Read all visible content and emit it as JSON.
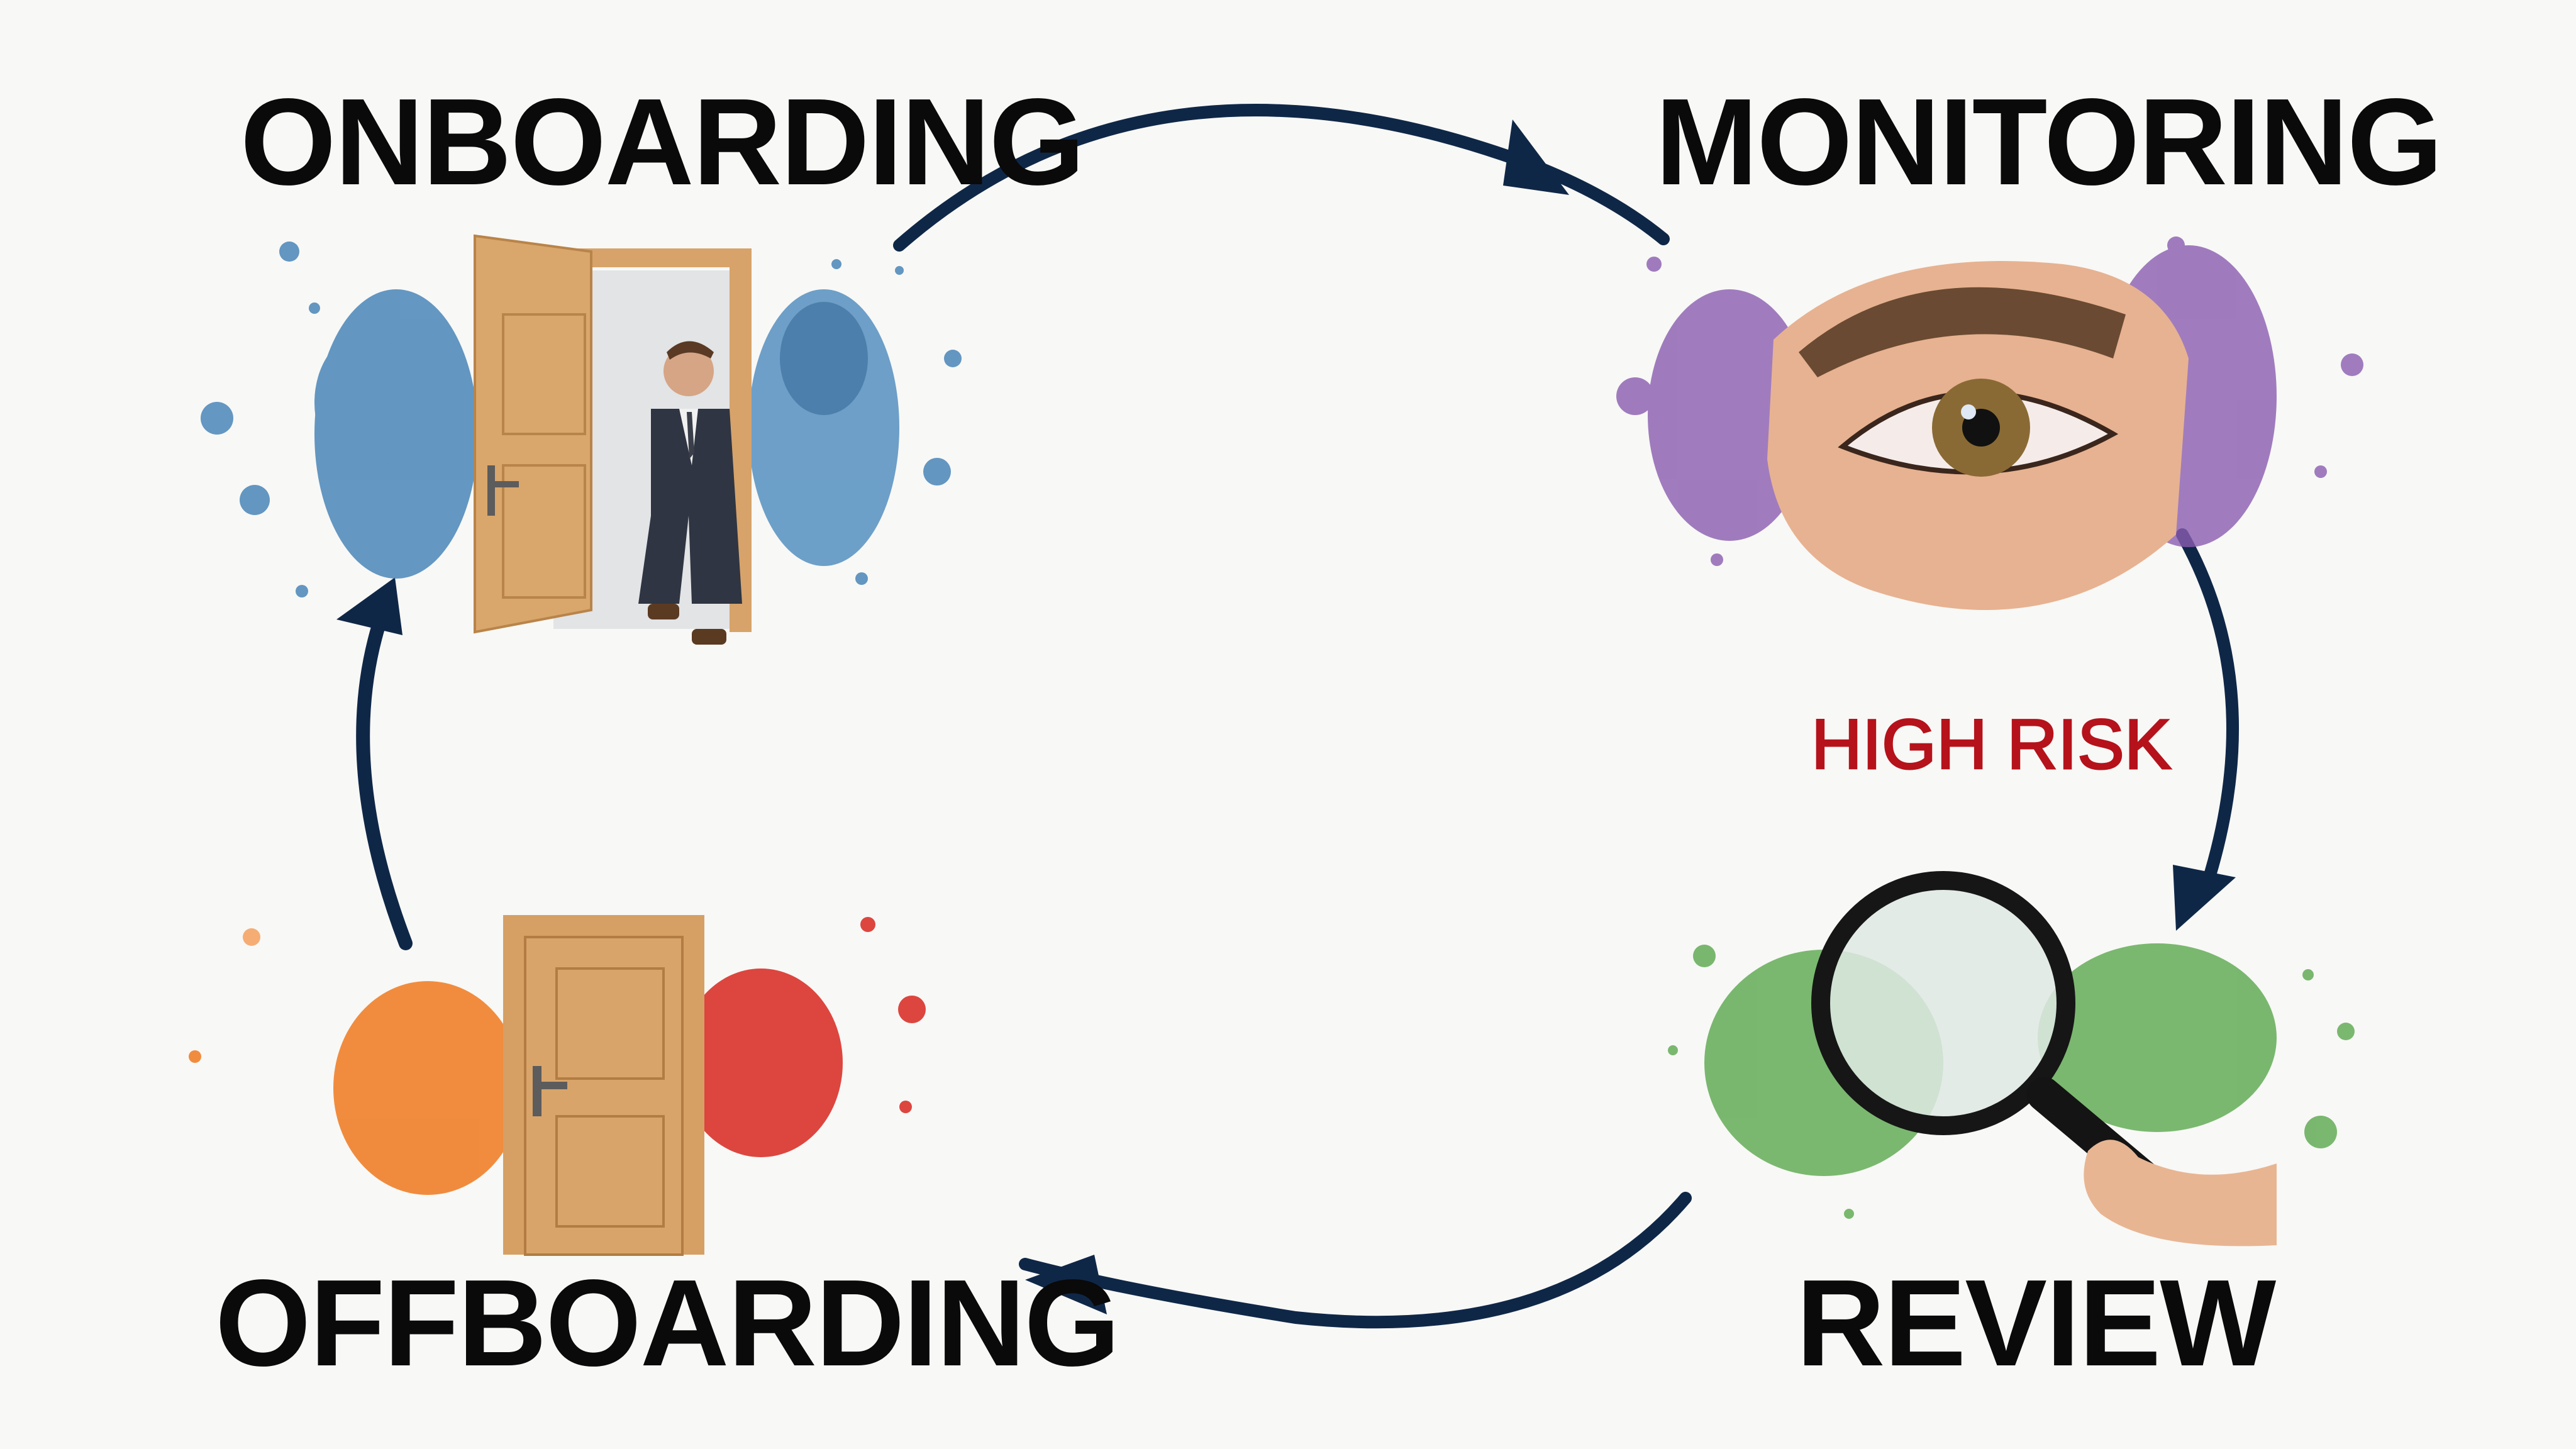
{
  "diagram": {
    "type": "cycle",
    "stages": [
      {
        "id": "onboarding",
        "label": "ONBOARDING",
        "illustration": "person-walking-through-open-door-icon",
        "splash_color": "#4a86b8"
      },
      {
        "id": "monitoring",
        "label": "MONITORING",
        "illustration": "eye-closeup-icon",
        "splash_color": "#8a5cb0"
      },
      {
        "id": "review",
        "label": "REVIEW",
        "illustration": "magnifying-glass-icon",
        "splash_color": "#5aa84e"
      },
      {
        "id": "offboarding",
        "label": "OFFBOARDING",
        "illustration": "closed-door-icon",
        "splash_colors": [
          "#f0802a",
          "#d8322b"
        ]
      }
    ],
    "edges": [
      {
        "from": "onboarding",
        "to": "monitoring"
      },
      {
        "from": "monitoring",
        "to": "review",
        "annotation": "HIGH RISK"
      },
      {
        "from": "review",
        "to": "offboarding"
      },
      {
        "from": "offboarding",
        "to": "onboarding"
      }
    ],
    "annotation": {
      "text": "HIGH RISK",
      "color": "#b5121b"
    },
    "arrow_color": "#0f2747",
    "background": "#f8f8f6"
  }
}
